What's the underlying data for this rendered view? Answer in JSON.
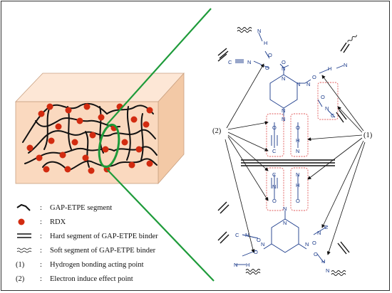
{
  "legend": {
    "colon": ":",
    "items": [
      {
        "key": "gap-etpe-segment",
        "label": "GAP-ETPE segment"
      },
      {
        "key": "rdx",
        "label": "RDX"
      },
      {
        "key": "hard-segment",
        "label": "Hard segment of GAP-ETPE binder"
      },
      {
        "key": "soft-segment",
        "label": "Soft  segment of GAP-ETPE binder"
      },
      {
        "key": "hbond",
        "symbol": "(1)",
        "label": "Hydrogen bonding acting point"
      },
      {
        "key": "electron",
        "symbol": "(2)",
        "label": "Electron induce effect point"
      }
    ]
  },
  "callouts": {
    "left": "(2)",
    "right": "(1)"
  },
  "colors": {
    "block_front": "#fad9bf",
    "block_top": "#fde7d6",
    "block_side": "#f3c9a6",
    "rdx": "#d22b10",
    "lens": "#1e9b3a",
    "hbond_box": "#e05a5a",
    "molecule": "#1a3a8a"
  },
  "molecule": {
    "atoms": {
      "N": "N",
      "O": "O",
      "H": "H",
      "C": "C"
    }
  }
}
